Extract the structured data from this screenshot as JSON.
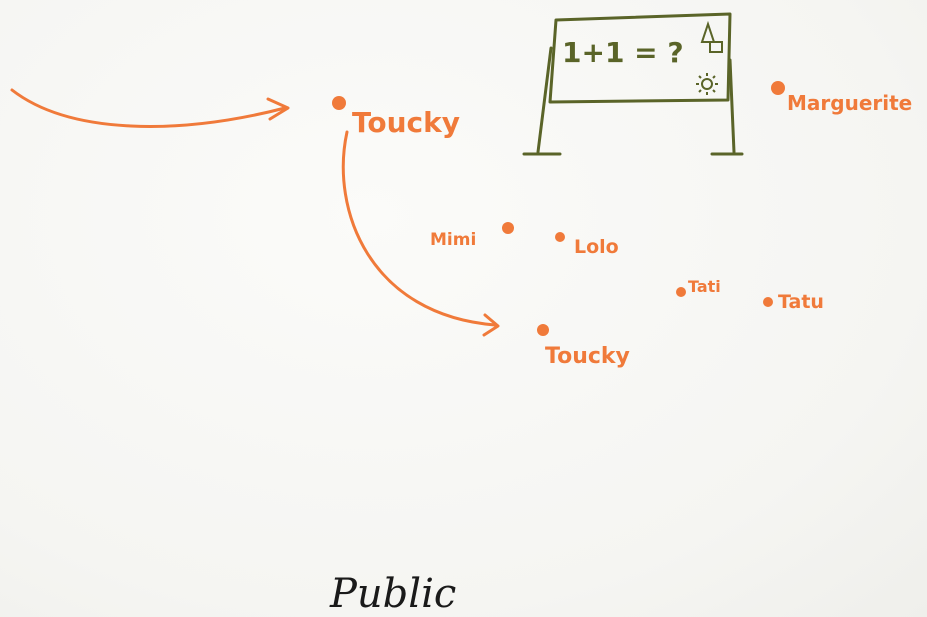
{
  "colors": {
    "ink_orange": "#f07a3a",
    "ink_green": "#5a6428",
    "ink_black": "#1a1a1a",
    "paper": "#f7f7f4"
  },
  "board": {
    "equation": "1+1 = ?",
    "icons": [
      "triangle-icon",
      "square-icon",
      "sun-icon"
    ]
  },
  "people": {
    "teacher_candidate": "Toucky",
    "teacher": "Marguerite",
    "student_1": "Mimi",
    "student_2": "Lolo",
    "student_3": "Tati",
    "student_4": "Tatu",
    "student_new": "Toucky"
  },
  "caption": "Public"
}
